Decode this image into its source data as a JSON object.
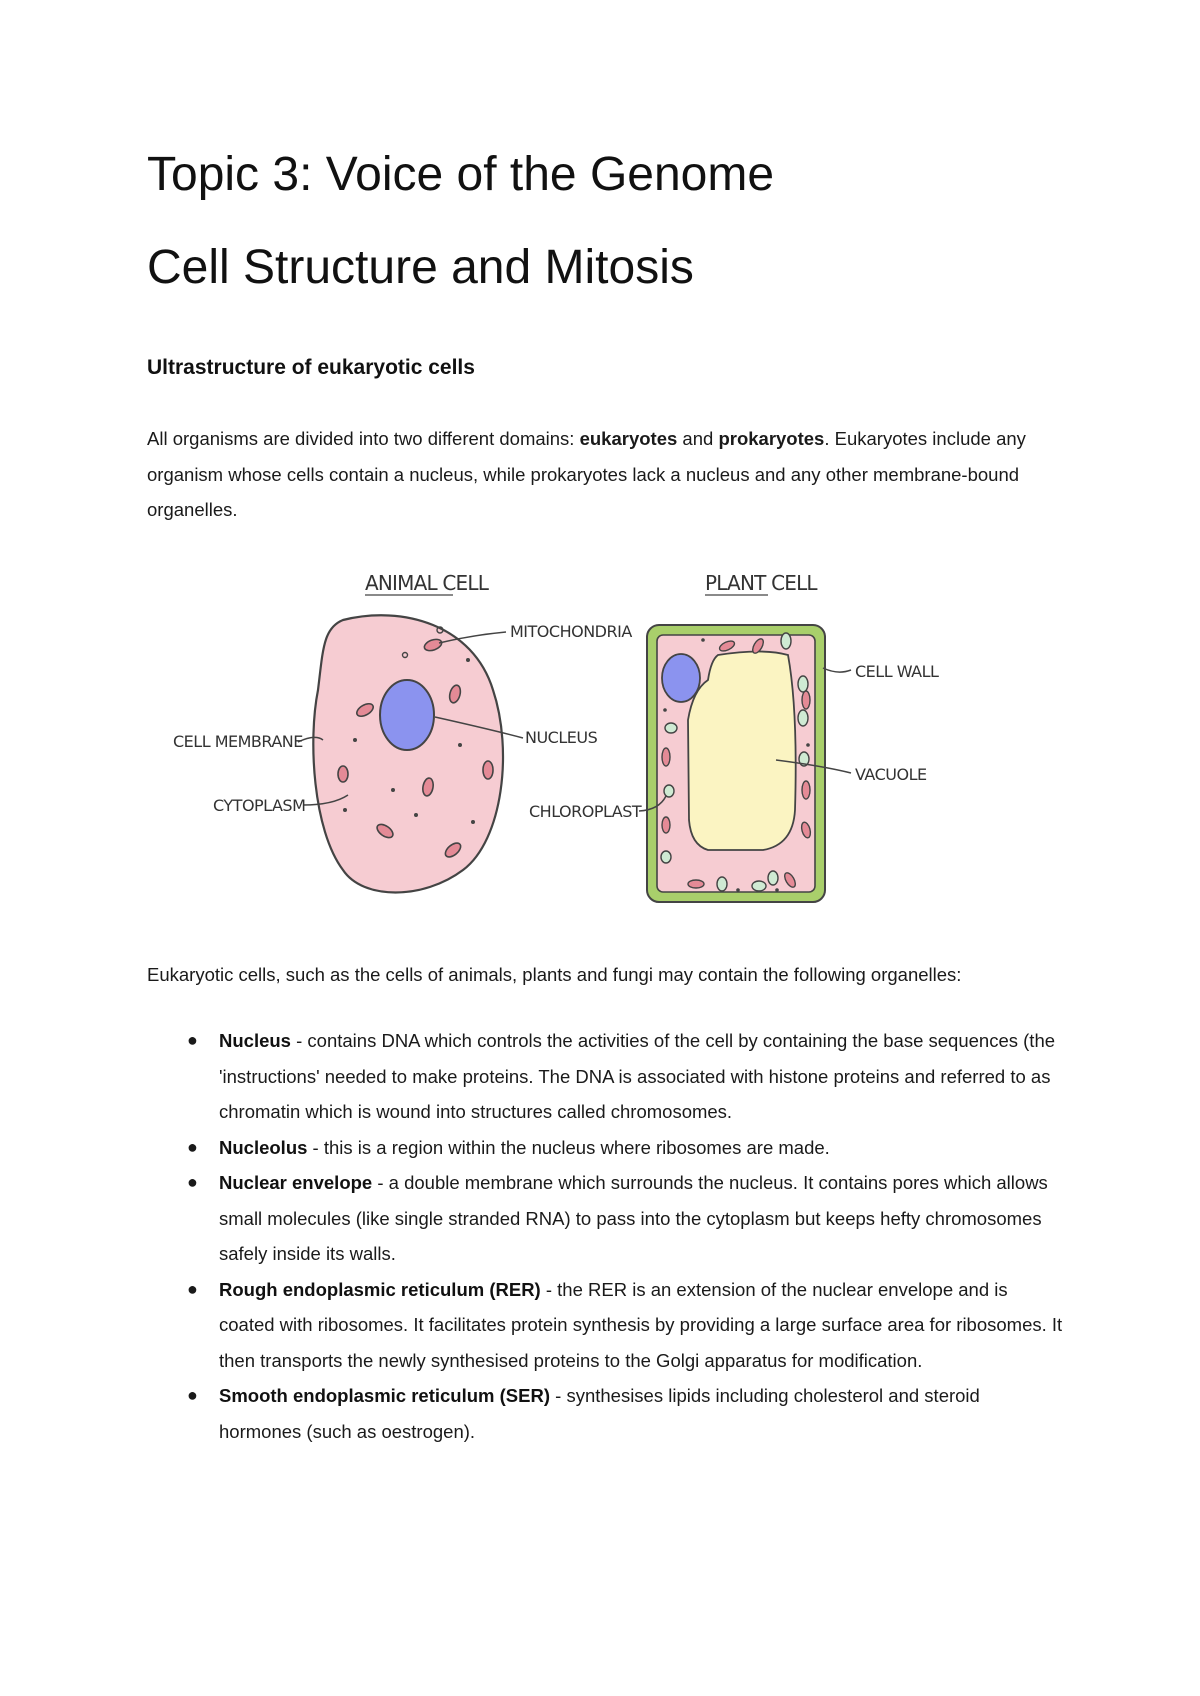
{
  "header": {
    "title_line1": "Topic 3: Voice of the Genome",
    "title_line2": "Cell Structure and Mitosis"
  },
  "section": {
    "heading": "Ultrastructure of eukaryotic cells"
  },
  "intro": {
    "part1": "All organisms are divided into two different domains: ",
    "bold1": "eukaryotes",
    "part2": " and ",
    "bold2": "prokaryotes",
    "part3": ". Eukaryotes include any organism whose cells contain a nucleus, while prokaryotes lack a nucleus and any other membrane-bound organelles."
  },
  "figure": {
    "animal_title": "ANIMAL CELL",
    "plant_title": "PLANT CELL",
    "labels": {
      "cell_membrane": "CELL MEMBRANE",
      "cytoplasm": "CYTOPLASM",
      "mitochondria": "MITOCHONDRIA",
      "nucleus": "NUCLEUS",
      "chloroplast": "CHLOROPLAST",
      "cell_wall": "CELL WALL",
      "vacuole": "VACUOLE"
    },
    "colors": {
      "animal_fill": "#f6ccd2",
      "nucleus_fill": "#8b93ef",
      "plant_wall": "#a9cf6b",
      "vacuole_fill": "#fbf4c2",
      "chloroplast_fill": "#cfead3",
      "mitochondria_fill": "#e48a96"
    }
  },
  "lead": {
    "text": "Eukaryotic cells, such as the cells of animals, plants and fungi may contain the following organelles:"
  },
  "organelles": [
    {
      "term": "Nucleus",
      "desc": " - contains DNA which controls the activities of the cell by containing the base sequences (the 'instructions' needed to make proteins. The DNA is associated with histone proteins and referred to as chromatin which is wound into structures called chromosomes."
    },
    {
      "term": "Nucleolus",
      "desc": " - this is a region within the nucleus where ribosomes are made."
    },
    {
      "term": "Nuclear envelope",
      "desc": " - a double membrane which surrounds the nucleus. It contains pores which allows small molecules (like single stranded RNA) to pass into the cytoplasm but keeps hefty chromosomes safely inside its walls."
    },
    {
      "term": "Rough endoplasmic reticulum (RER)",
      "desc": " - the RER is an extension of the nuclear envelope and is coated with ribosomes. It facilitates protein synthesis by providing a large surface area for ribosomes. It then transports the newly synthesised proteins to the Golgi apparatus for modification."
    },
    {
      "term": "Smooth endoplasmic reticulum (SER)",
      "desc": " - synthesises lipids including cholesterol and steroid hormones (such as oestrogen)."
    }
  ]
}
